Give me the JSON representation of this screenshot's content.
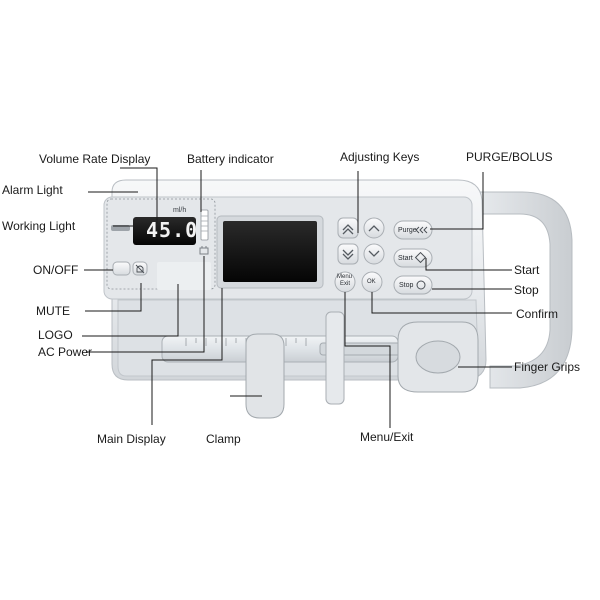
{
  "device": {
    "display_reading": "45.0",
    "rate_unit": "ml/h",
    "keys": {
      "purge": "Purge",
      "start": "Start",
      "stop": "Stop",
      "menu_line1": "Menu",
      "menu_line2": "Exit",
      "ok": "OK"
    }
  },
  "callouts": {
    "volume_rate_display": "Volume Rate Display",
    "battery_indicator": "Battery indicator",
    "adjusting_keys": "Adjusting  Keys",
    "purge_bolus": "PURGE/BOLUS",
    "alarm_light": "Alarm Light",
    "working_light": "Working Light",
    "on_off": "ON/OFF",
    "mute": "MUTE",
    "logo": "LOGO",
    "ac_power": "AC Power",
    "start": "Start",
    "stop": "Stop",
    "confirm": "Confirm",
    "finger_grips": "Finger Grips",
    "main_display": "Main Display",
    "clamp": "Clamp",
    "menu_exit": "Menu/Exit"
  },
  "colors": {
    "body": "#eef0f2",
    "panel": "#e4e7ea",
    "screen": "#0c0c0c",
    "segment_text": "#f2f2f2",
    "leader_line": "#1a1a1a"
  }
}
